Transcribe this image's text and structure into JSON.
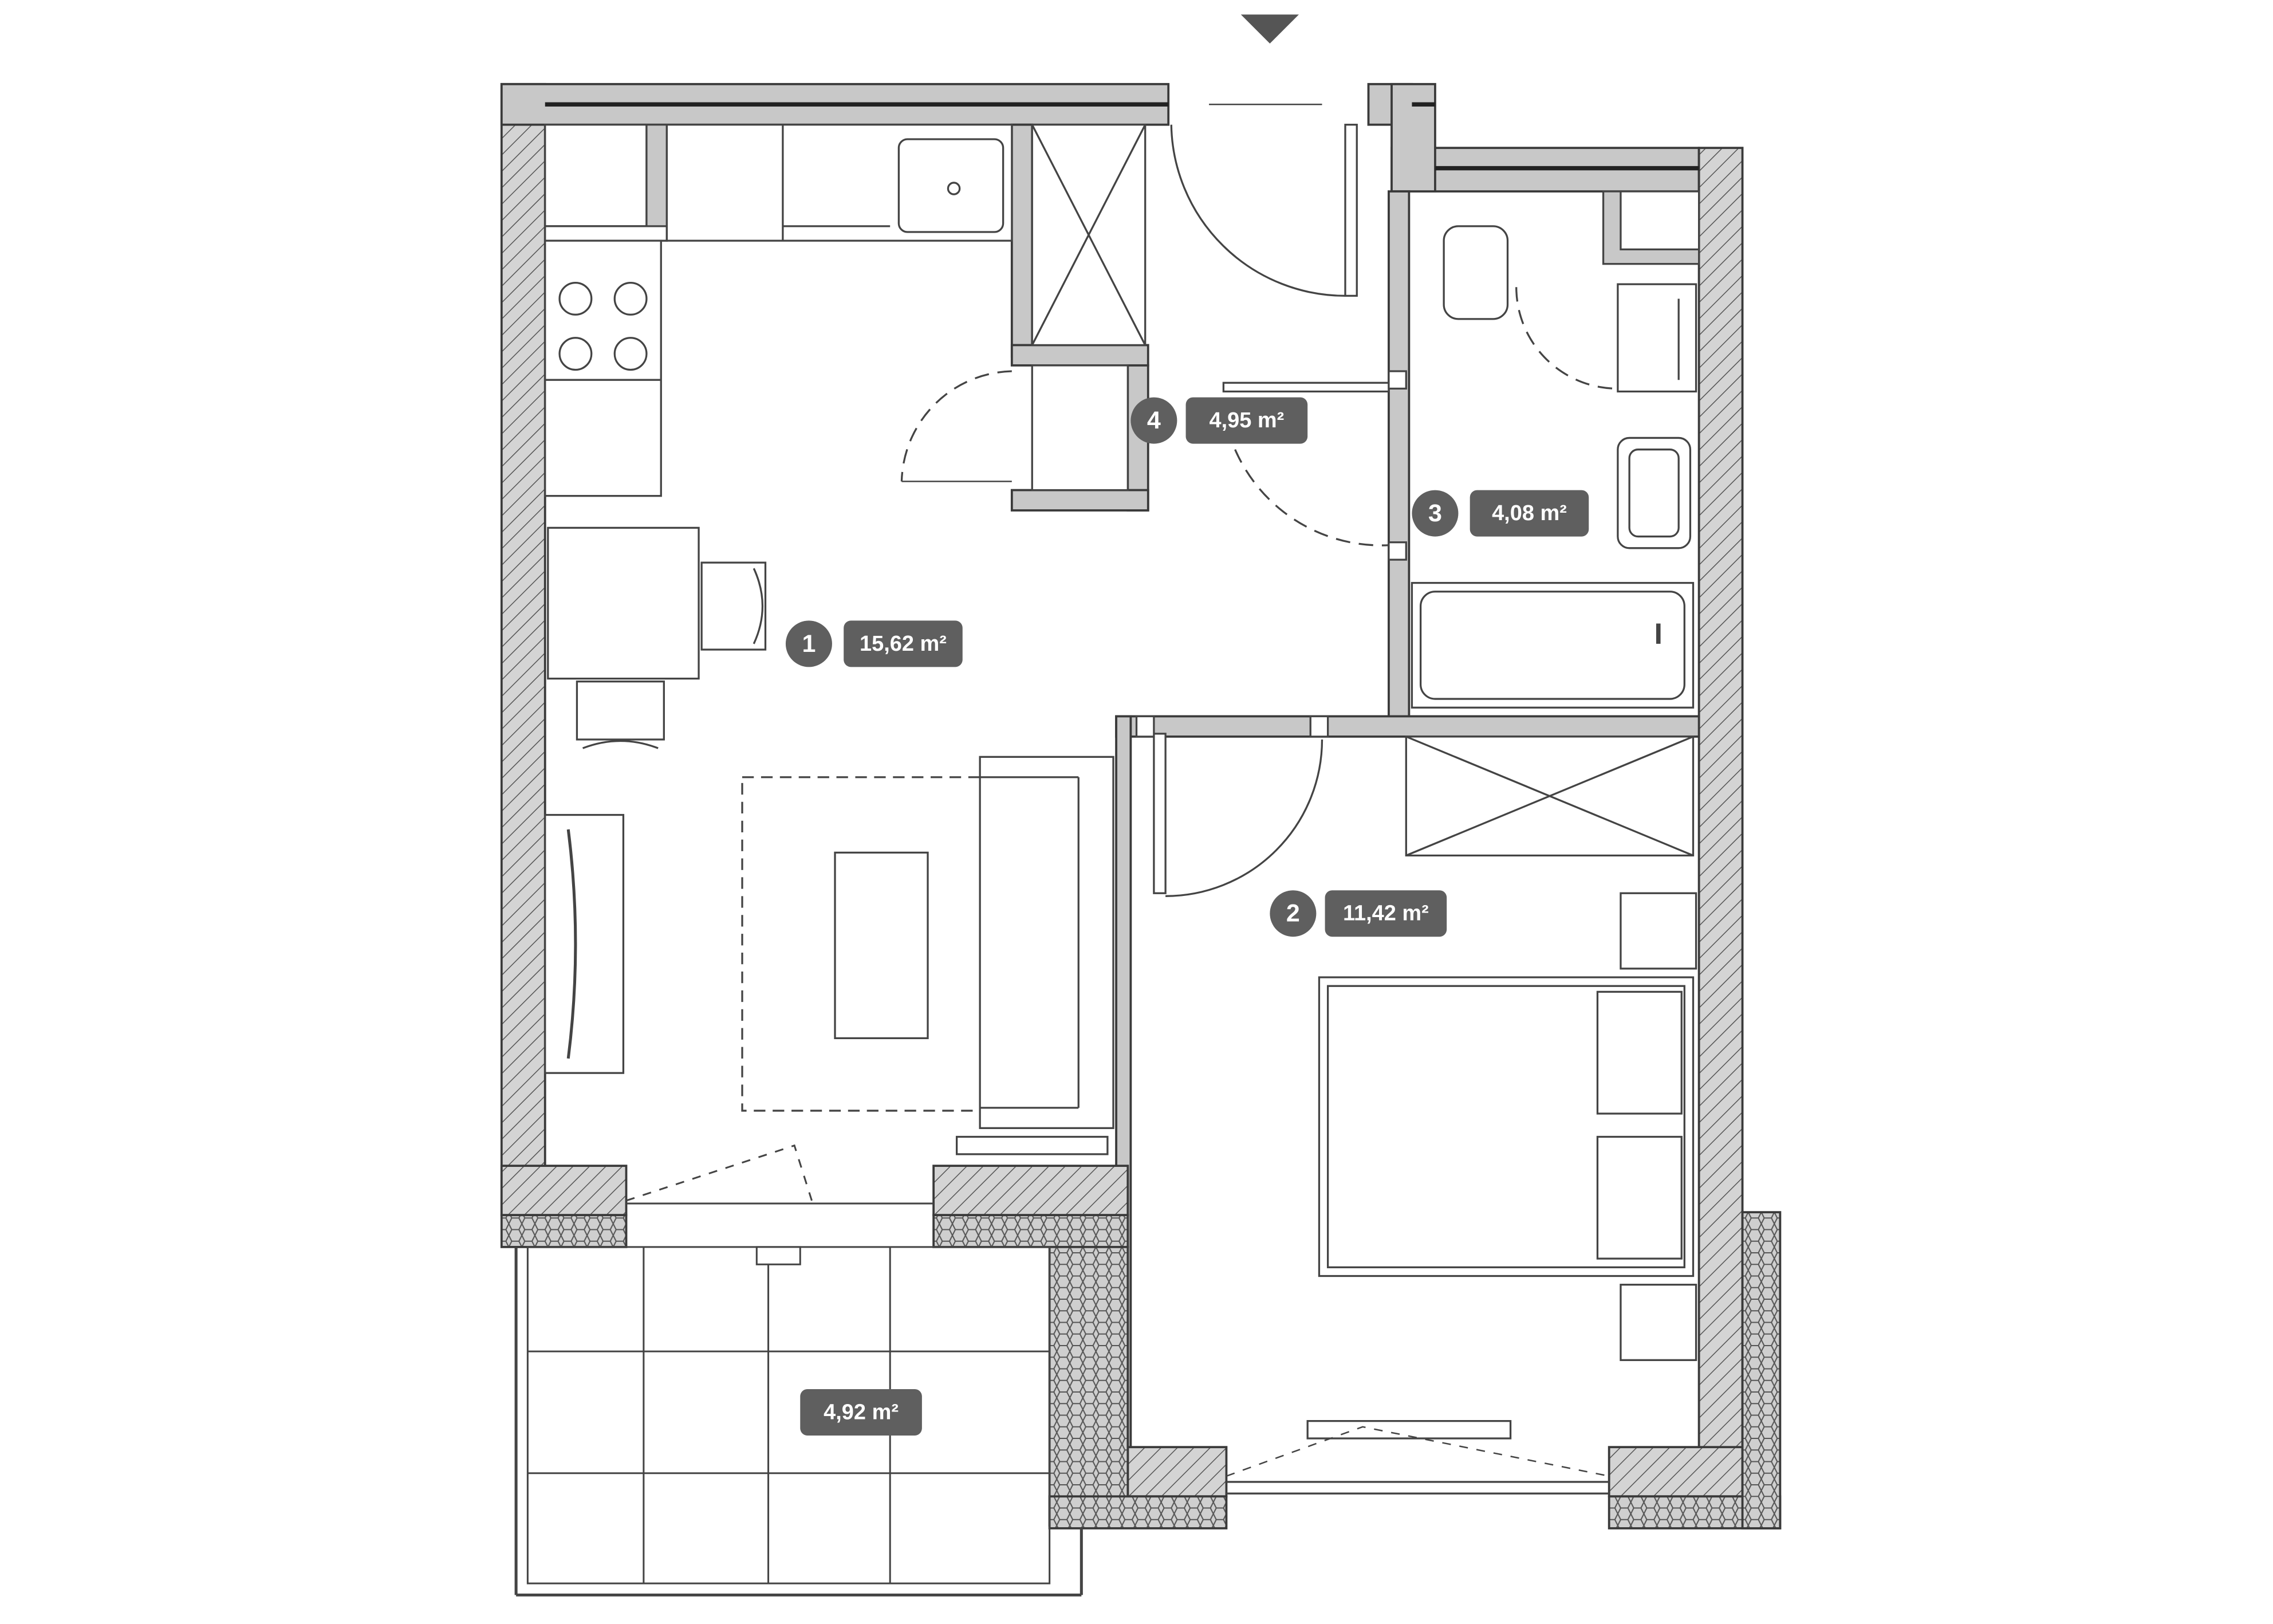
{
  "rooms": [
    {
      "number": "1",
      "area": "15,62 m²"
    },
    {
      "number": "2",
      "area": "11,42 m²"
    },
    {
      "number": "3",
      "area": "4,08 m²"
    },
    {
      "number": "4",
      "area": "4,95 m²"
    }
  ],
  "balcony": {
    "area": "4,92 m²"
  },
  "colors": {
    "wall_fill": "#c8c8c8",
    "wall_stroke": "#3a3a3a",
    "label_fill": "#5f5f5f",
    "label_text": "#ffffff",
    "furniture_stroke": "#444444"
  },
  "icons": {
    "entrance": "entrance-arrow-icon"
  }
}
